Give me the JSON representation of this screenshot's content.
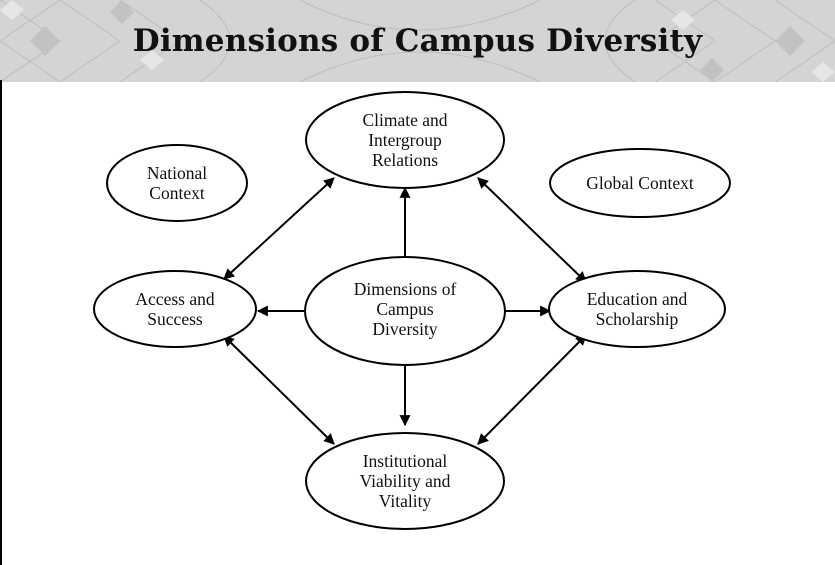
{
  "slide": {
    "title": "Dimensions of Campus Diversity"
  },
  "diagram": {
    "nodes": {
      "climate": {
        "lines": [
          "Climate and",
          "Intergroup",
          "Relations"
        ]
      },
      "national": {
        "lines": [
          "National",
          "Context"
        ]
      },
      "global": {
        "lines": [
          "Global Context"
        ]
      },
      "center": {
        "lines": [
          "Dimensions of",
          "Campus",
          "Diversity"
        ]
      },
      "access": {
        "lines": [
          "Access and",
          "Success"
        ]
      },
      "education": {
        "lines": [
          "Education and",
          "Scholarship"
        ]
      },
      "institutional": {
        "lines": [
          "Institutional",
          "Viability and",
          "Vitality"
        ]
      }
    },
    "connections": [
      {
        "from": "center",
        "to": "climate",
        "type": "one-way"
      },
      {
        "from": "center",
        "to": "access",
        "type": "one-way"
      },
      {
        "from": "center",
        "to": "education",
        "type": "one-way"
      },
      {
        "from": "center",
        "to": "institutional",
        "type": "one-way"
      },
      {
        "from": "climate",
        "to": "access",
        "type": "two-way"
      },
      {
        "from": "climate",
        "to": "education",
        "type": "two-way"
      },
      {
        "from": "access",
        "to": "institutional",
        "type": "two-way"
      },
      {
        "from": "education",
        "to": "institutional",
        "type": "two-way"
      }
    ],
    "colors": {
      "stroke": "#000000",
      "fill": "#ffffff",
      "banner": "#d7d7d7"
    }
  }
}
